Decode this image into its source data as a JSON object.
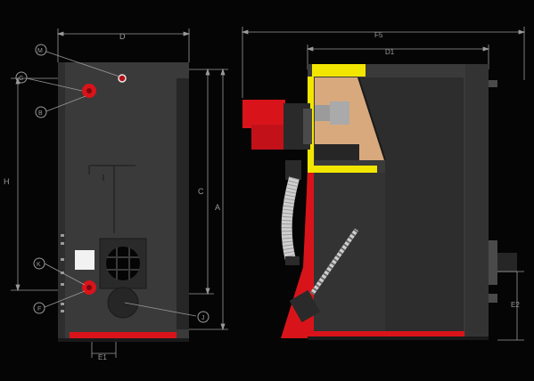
{
  "colors": {
    "background": "#050505",
    "body": "#3a3a3a",
    "body_dark": "#2a2a2a",
    "accent_red": "#d8141a",
    "insulation_yellow": "#f2e600",
    "chamber_tan": "#d9a97e",
    "dimension_line": "#9a9a9a",
    "flue_pipe": "#c9c9c9"
  },
  "back_view": {
    "width_dim": "D",
    "height_dim_left": "H",
    "height_dim_right_outer": "A",
    "height_dim_right_inner": "C",
    "bottom_dim": "E1",
    "callouts": [
      "M",
      "G",
      "B",
      "K",
      "F",
      "J"
    ]
  },
  "side_view": {
    "overall_depth_dim": "F5",
    "body_depth_dim": "D1",
    "flue_height_dim": "E2"
  }
}
